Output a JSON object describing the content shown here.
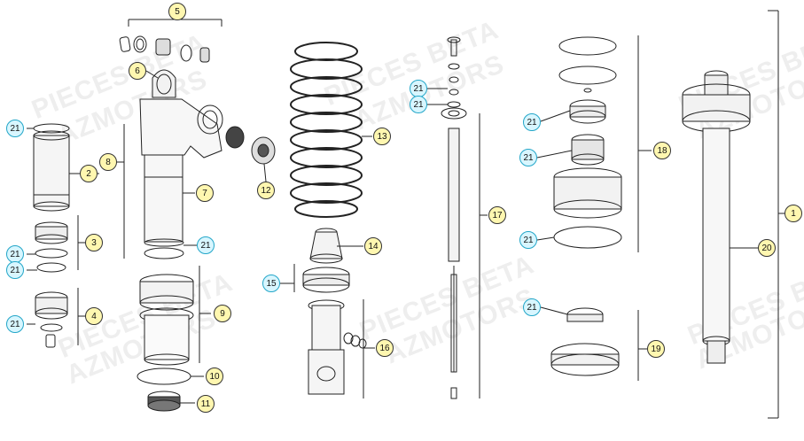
{
  "watermark": {
    "line1": "PIECES BETA",
    "line2": "AZMOTORS"
  },
  "callouts": {
    "c1": "1",
    "c2": "2",
    "c3": "3",
    "c4": "4",
    "c5": "5",
    "c6": "6",
    "c7": "7",
    "c8": "8",
    "c9": "9",
    "c10": "10",
    "c11": "11",
    "c12": "12",
    "c13": "13",
    "c14": "14",
    "c15": "15",
    "c16": "16",
    "c17": "17",
    "c18": "18",
    "c19": "19",
    "c20": "20",
    "c21": "21"
  },
  "colors": {
    "callout_fill": "#fff7b0",
    "callout_blue_fill": "#d8f6ff",
    "callout_blue_border": "#22a6c8",
    "line": "#222222"
  }
}
